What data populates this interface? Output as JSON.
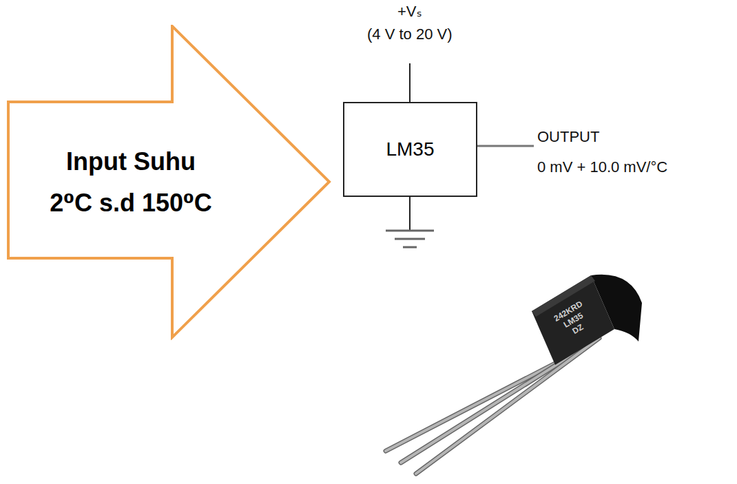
{
  "diagram": {
    "nodes": [
      {
        "text": [
          "Input Suhu 2⁰C s.d 150⁰C"
        ]
      },
      {
        "text": [
          "LM35"
        ]
      }
    ],
    "labels": [
      "+Vₛ",
      "(4 V to 20 V)",
      "OUTPUT",
      "0 mV + 10.0 mV/°C",
      "242KRD",
      "LM35",
      "DZ"
    ]
  }
}
